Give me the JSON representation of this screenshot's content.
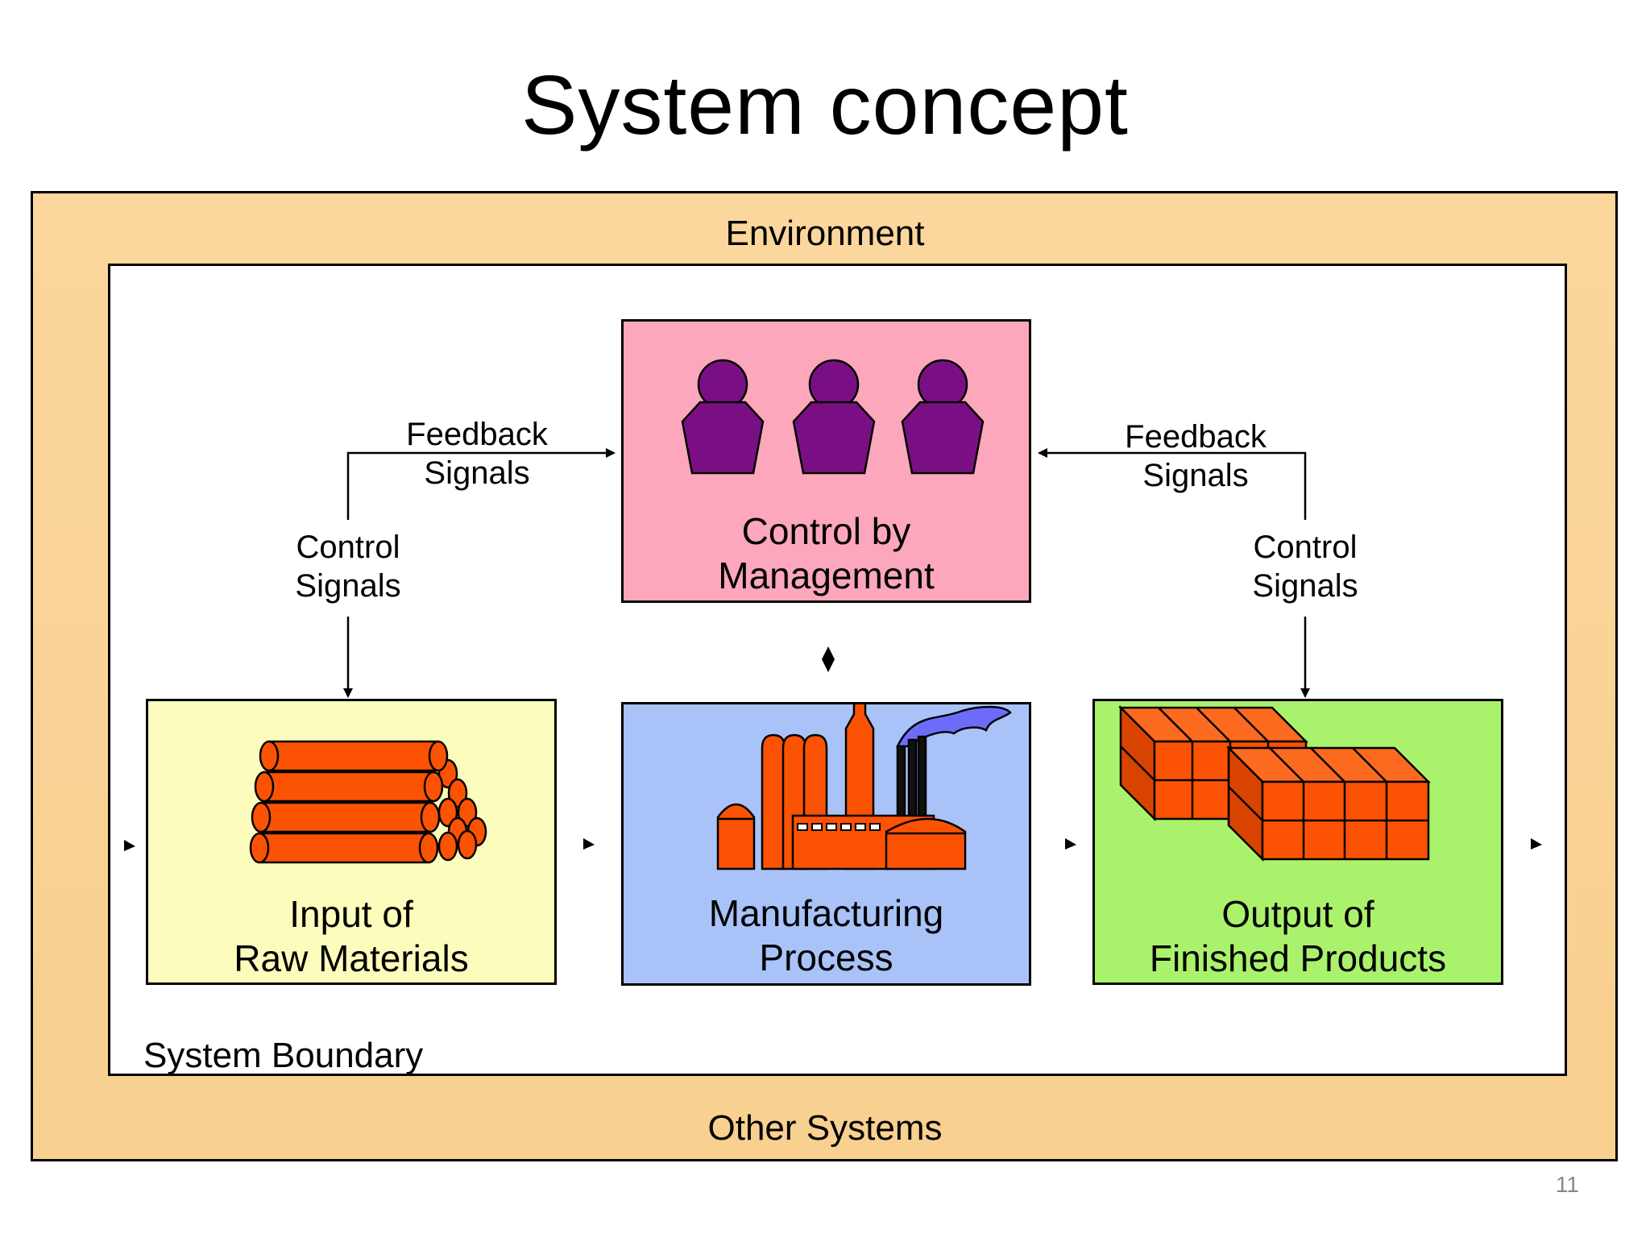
{
  "slide": {
    "title": "System concept",
    "page_number": "11"
  },
  "environment": {
    "top_label": "Environment",
    "bottom_label": "Other Systems",
    "fill_color": "#f9d394"
  },
  "system_boundary": {
    "label": "System Boundary"
  },
  "boxes": {
    "management": {
      "line1": "Control by",
      "line2": "Management",
      "color": "#fca7bb",
      "icon": "people-icon"
    },
    "input": {
      "line1": "Input of",
      "line2": "Raw Materials",
      "color": "#fcfcbc",
      "icon": "logs-icon"
    },
    "manufacturing": {
      "line1": "Manufacturing",
      "line2": "Process",
      "color": "#a9c3f8",
      "icon": "factory-icon"
    },
    "output": {
      "line1": "Output of",
      "line2": "Finished Products",
      "color": "#aaf26c",
      "icon": "crates-icon"
    }
  },
  "connectors": {
    "left_feedback": {
      "line1": "Feedback",
      "line2": "Signals"
    },
    "left_control": {
      "line1": "Control",
      "line2": "Signals"
    },
    "right_feedback": {
      "line1": "Feedback",
      "line2": "Signals"
    },
    "right_control": {
      "line1": "Control",
      "line2": "Signals"
    }
  }
}
